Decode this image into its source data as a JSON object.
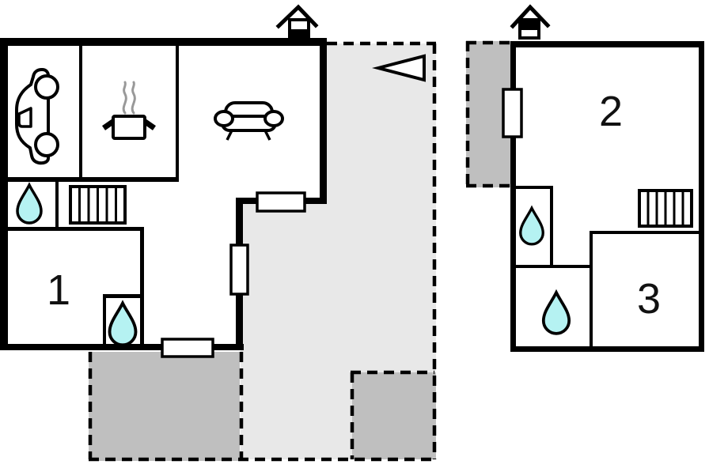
{
  "plan": {
    "rooms": [
      {
        "id": "room-1",
        "label": "1"
      },
      {
        "id": "room-2",
        "label": "2"
      },
      {
        "id": "room-3",
        "label": "3"
      }
    ],
    "icons": [
      "car-icon",
      "cooking-pot-icon",
      "steam-icon",
      "sofa-icon",
      "stairs-icon",
      "water-drop-icon",
      "chimney-icon",
      "north-arrow-icon"
    ],
    "colors": {
      "wall": "#000000",
      "water_drop": "#b5f2f2",
      "terrace_dark": "#bfbfbf",
      "terrace_light": "#e8e8e8",
      "steam": "#999999",
      "background": "#ffffff"
    }
  }
}
